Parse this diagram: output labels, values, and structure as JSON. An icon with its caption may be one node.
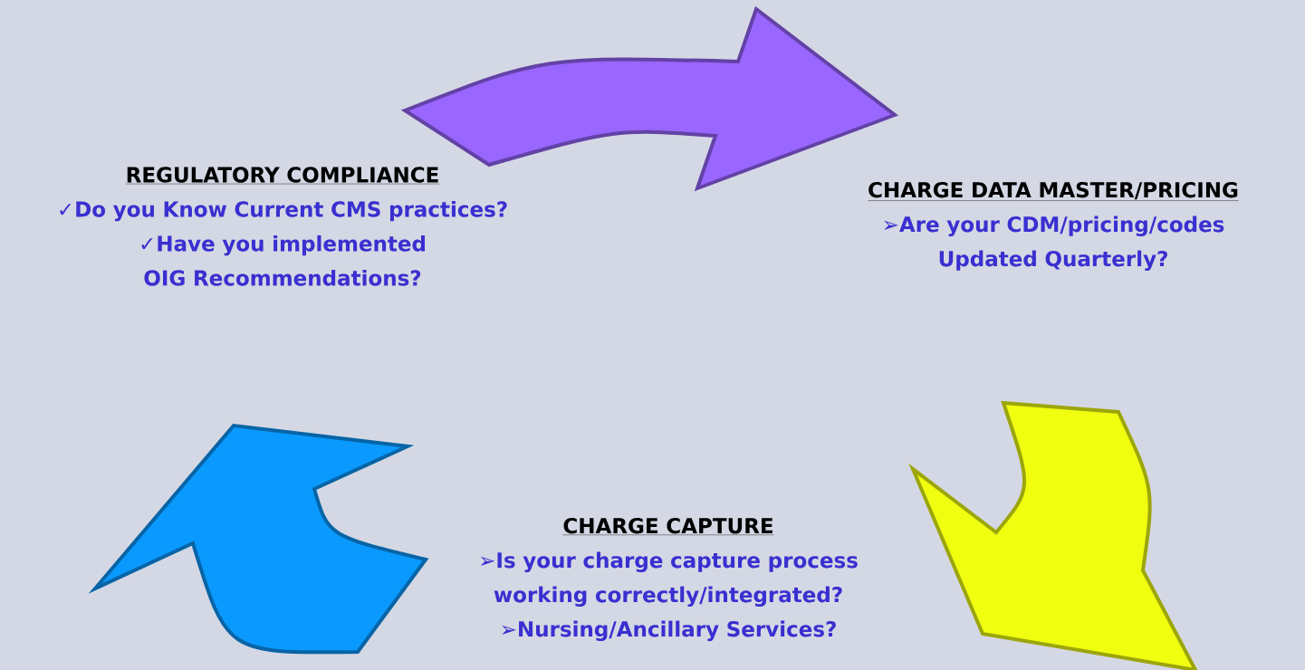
{
  "diagram": {
    "nodes": [
      {
        "text": [
          "REGULATORY COMPLIANCE",
          "✓Do you Know Current CMS practices?",
          "✓Have you implemented OIG Recommendations?"
        ]
      },
      {
        "text": [
          "CHARGE DATA MASTER/PRICING",
          "➢Are your CDM/pricing/codes Updated Quarterly?"
        ]
      },
      {
        "text": [
          "CHARGE CAPTURE",
          "➢Is your charge capture process working correctly/integrated?",
          "➢Nursing/Ancillary Services?"
        ]
      }
    ],
    "edges": [
      {
        "from": 0,
        "to": 1,
        "arrow": "to",
        "color": "#9966ff"
      },
      {
        "from": 1,
        "to": 2,
        "arrow": "to",
        "color": "#f0ff10"
      },
      {
        "from": 2,
        "to": 0,
        "arrow": "to",
        "color": "#0a9aff"
      }
    ]
  }
}
